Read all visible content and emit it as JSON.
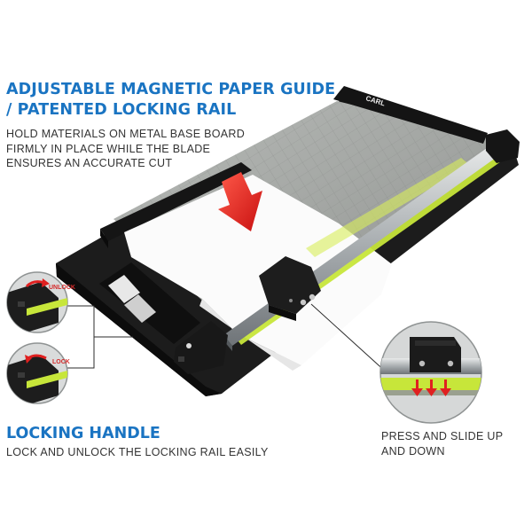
{
  "headline": {
    "line1": "ADJUSTABLE MAGNETIC PAPER GUIDE",
    "line2": "/ PATENTED LOCKING RAIL"
  },
  "headline_description": {
    "line1": "HOLD MATERIALS ON METAL BASE BOARD",
    "line2": "FIRMLY IN PLACE WHILE THE BLADE",
    "line3": "ENSURES AN ACCURATE CUT"
  },
  "locking_handle": {
    "title": "LOCKING HANDLE",
    "description": "LOCK AND UNLOCK THE LOCKING RAIL EASILY"
  },
  "detail_labels": {
    "unlock": "UNLOCK",
    "lock": "LOCK"
  },
  "press_slide": {
    "line1": "PRESS AND SLIDE UP",
    "line2": "AND DOWN"
  },
  "brand": "CARL",
  "colors": {
    "accent_blue": "#1a74c2",
    "arrow_red": "#e02020",
    "rail_green": "#c7e63a",
    "base_black": "#1c1c1c",
    "board_gray": "#a9aca9"
  },
  "icons": [
    "red-arrow-icon",
    "unlock-arrow-icon",
    "lock-arrow-icon",
    "down-arrows-icon"
  ]
}
